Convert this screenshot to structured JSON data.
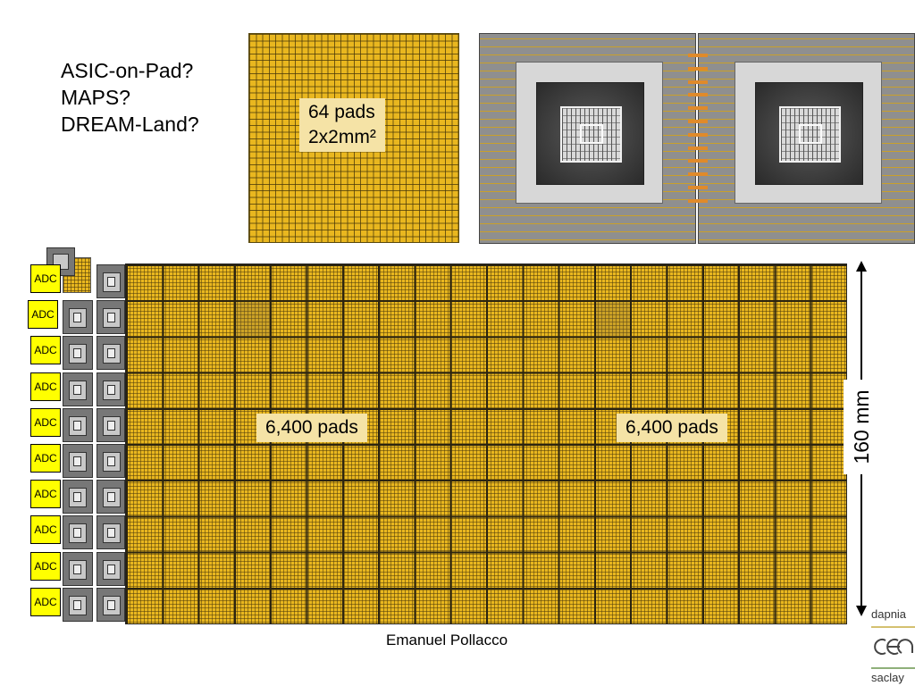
{
  "questions": [
    "ASIC-on-Pad?",
    "MAPS?",
    "DREAM-Land?"
  ],
  "pad_detail": {
    "line1": "64 pads",
    "line2": "2x2mm²"
  },
  "array": {
    "label_left": "6,400 pads",
    "label_right": "6,400 pads"
  },
  "adc_label": "ADC",
  "dimension": "160 mm",
  "author": "Emanuel Pollacco",
  "logo": {
    "top_text": "dapnia",
    "mid_text": "cea",
    "bottom_text": "saclay"
  },
  "colors": {
    "pad_gold": "#e9b71f",
    "adc_yellow": "#ffff00",
    "chip_gray": "#777777"
  }
}
